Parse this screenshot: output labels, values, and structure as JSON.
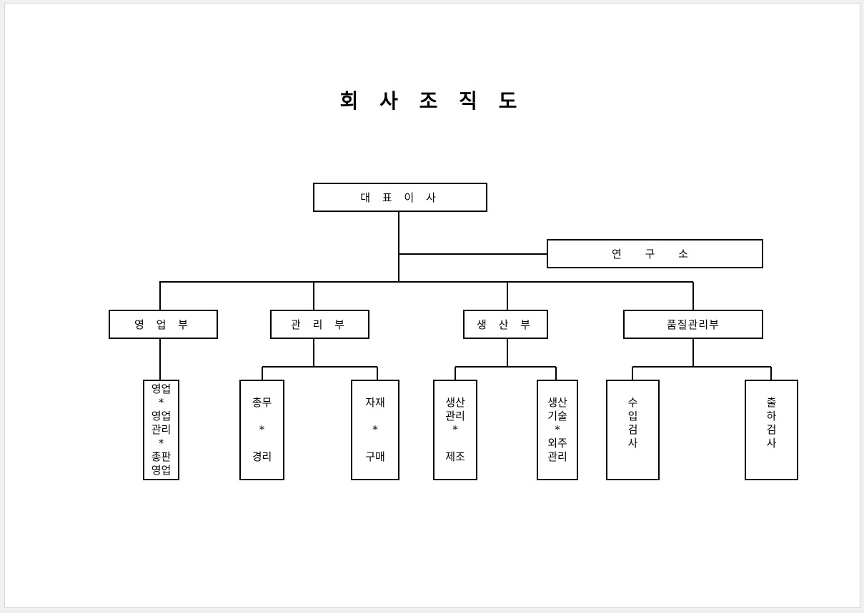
{
  "title": "회 사 조 직 도",
  "ceo": "대 표 이 사",
  "lab": "연 구 소",
  "departments": [
    {
      "name": "영 업 부",
      "teams": [
        [
          "영업",
          "*",
          "영업",
          "관리",
          "*",
          "총판",
          "영업"
        ]
      ]
    },
    {
      "name": "관 리 부",
      "teams": [
        [
          "총무",
          "",
          "*",
          "",
          "경리"
        ],
        [
          "자재",
          "",
          "*",
          "",
          "구매"
        ]
      ]
    },
    {
      "name": "생 산 부",
      "teams": [
        [
          "생산",
          "관리",
          "*",
          "",
          "제조"
        ],
        [
          "생산",
          "기술",
          "*",
          "외주",
          "관리"
        ]
      ]
    },
    {
      "name": "품질관리부",
      "teams": [
        [
          "수",
          "입",
          "검",
          "사"
        ],
        [
          "출",
          "하",
          "검",
          "사"
        ]
      ]
    }
  ]
}
